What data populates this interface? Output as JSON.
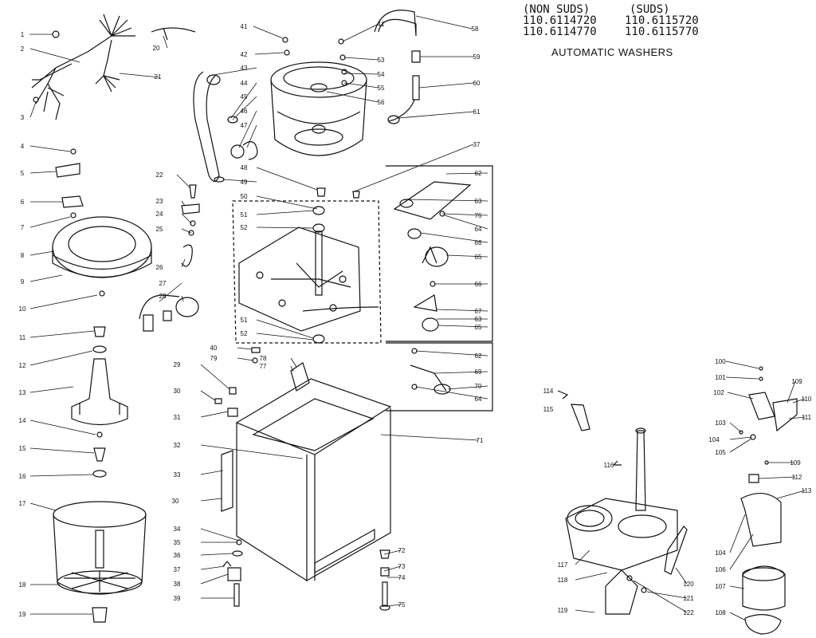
{
  "header": {
    "col1_title": "(NON SUDS)",
    "col2_title": "(SUDS)",
    "models_row1_col1": "110.6114720",
    "models_row1_col2": "110.6115720",
    "models_row2_col1": "110.6114770",
    "models_row2_col2": "110.6115770",
    "title": "AUTOMATIC WASHERS"
  },
  "part_numbers": [
    "1",
    "2",
    "3",
    "4",
    "5",
    "6",
    "7",
    "8",
    "9",
    "10",
    "11",
    "12",
    "13",
    "14",
    "15",
    "16",
    "17",
    "18",
    "19",
    "20",
    "21",
    "22",
    "23",
    "24",
    "25",
    "26",
    "27",
    "28",
    "29",
    "30",
    "31",
    "32",
    "33",
    "30",
    "34",
    "35",
    "36",
    "37",
    "38",
    "39",
    "40",
    "79",
    "78",
    "77",
    "41",
    "42",
    "43",
    "44",
    "45",
    "46",
    "47",
    "48",
    "49",
    "50",
    "51",
    "52",
    "51",
    "52",
    "41",
    "53",
    "54",
    "55",
    "56",
    "58",
    "59",
    "60",
    "61",
    "37",
    "62",
    "63",
    "76",
    "64",
    "66",
    "65",
    "66",
    "67",
    "63",
    "65",
    "62",
    "69",
    "70",
    "64",
    "71",
    "72",
    "73",
    "74",
    "75",
    "114",
    "115",
    "116",
    "117",
    "118",
    "119",
    "120",
    "121",
    "122",
    "100",
    "101",
    "102",
    "109",
    "110",
    "111",
    "103",
    "104",
    "105",
    "109",
    "112",
    "113",
    "104",
    "106",
    "107",
    "108"
  ]
}
